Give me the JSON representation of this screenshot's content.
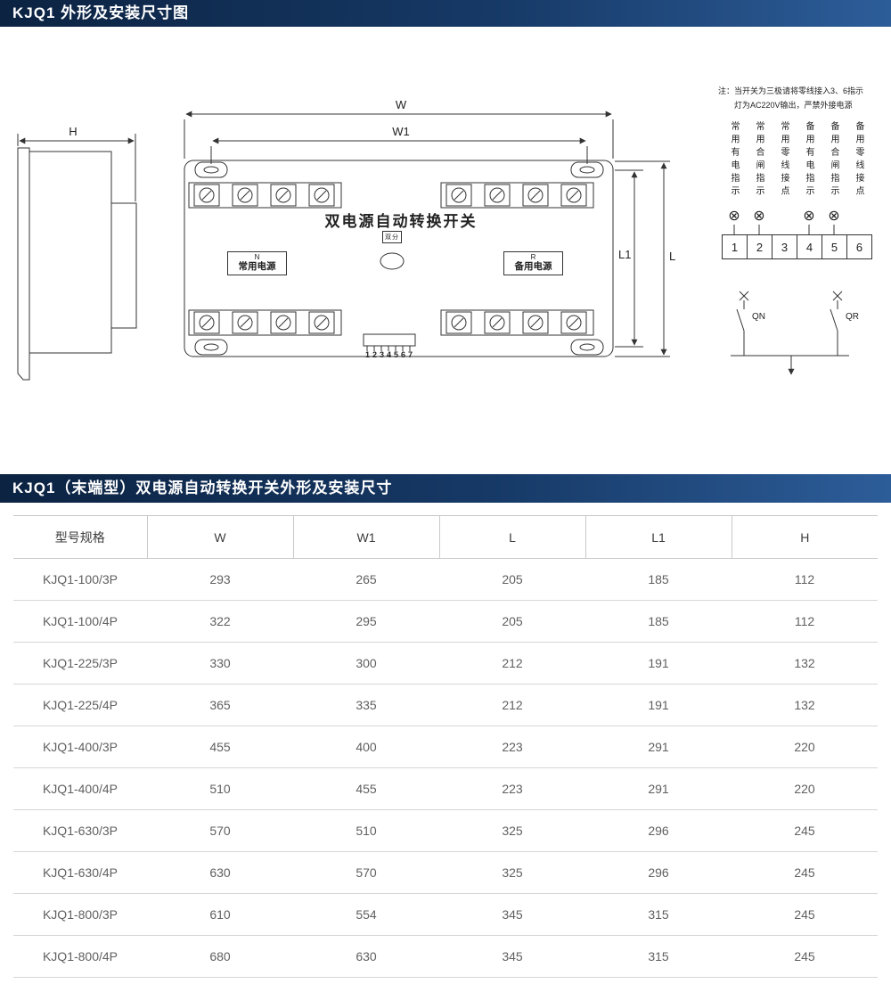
{
  "header1": {
    "title": "KJQ1 外形及安装尺寸图"
  },
  "header2": {
    "title": "KJQ1（末端型）双电源自动转换开关外形及安装尺寸"
  },
  "diagram": {
    "dims": {
      "w": "W",
      "w1": "W1",
      "l": "L",
      "l1": "L1",
      "h": "H"
    },
    "device": {
      "title": "双电源自动转换开关",
      "center_button": "双分",
      "normal_code": "N",
      "normal_label": "常用电源",
      "reserve_code": "R",
      "reserve_label": "备用电源",
      "pin_numbers": "1234567"
    },
    "note": {
      "line1": "注：当开关为三极请将零线接入3、6指示",
      "line2": "灯为AC220V输出，严禁外接电源"
    },
    "wiring": {
      "column_labels": [
        "常用有电指示",
        "常用合闸指示",
        "常用零线接点",
        "备用有电指示",
        "备用合闸指示",
        "备用零线接点"
      ],
      "terminals": [
        "1",
        "2",
        "3",
        "4",
        "5",
        "6"
      ],
      "lamp_icon": "⊗",
      "qn": "QN",
      "qr": "QR"
    }
  },
  "table": {
    "headers": [
      "型号规格",
      "W",
      "W1",
      "L",
      "L1",
      "H"
    ],
    "rows": [
      [
        "KJQ1-100/3P",
        "293",
        "265",
        "205",
        "185",
        "112"
      ],
      [
        "KJQ1-100/4P",
        "322",
        "295",
        "205",
        "185",
        "112"
      ],
      [
        "KJQ1-225/3P",
        "330",
        "300",
        "212",
        "191",
        "132"
      ],
      [
        "KJQ1-225/4P",
        "365",
        "335",
        "212",
        "191",
        "132"
      ],
      [
        "KJQ1-400/3P",
        "455",
        "400",
        "223",
        "291",
        "220"
      ],
      [
        "KJQ1-400/4P",
        "510",
        "455",
        "223",
        "291",
        "220"
      ],
      [
        "KJQ1-630/3P",
        "570",
        "510",
        "325",
        "296",
        "245"
      ],
      [
        "KJQ1-630/4P",
        "630",
        "570",
        "325",
        "296",
        "245"
      ],
      [
        "KJQ1-800/3P",
        "610",
        "554",
        "345",
        "315",
        "245"
      ],
      [
        "KJQ1-800/4P",
        "680",
        "630",
        "345",
        "315",
        "245"
      ]
    ]
  },
  "colors": {
    "header_gradient_start": "#0c2342",
    "header_gradient_end": "#2d5d99",
    "line": "#333333",
    "table_line": "#c9c9c9"
  }
}
